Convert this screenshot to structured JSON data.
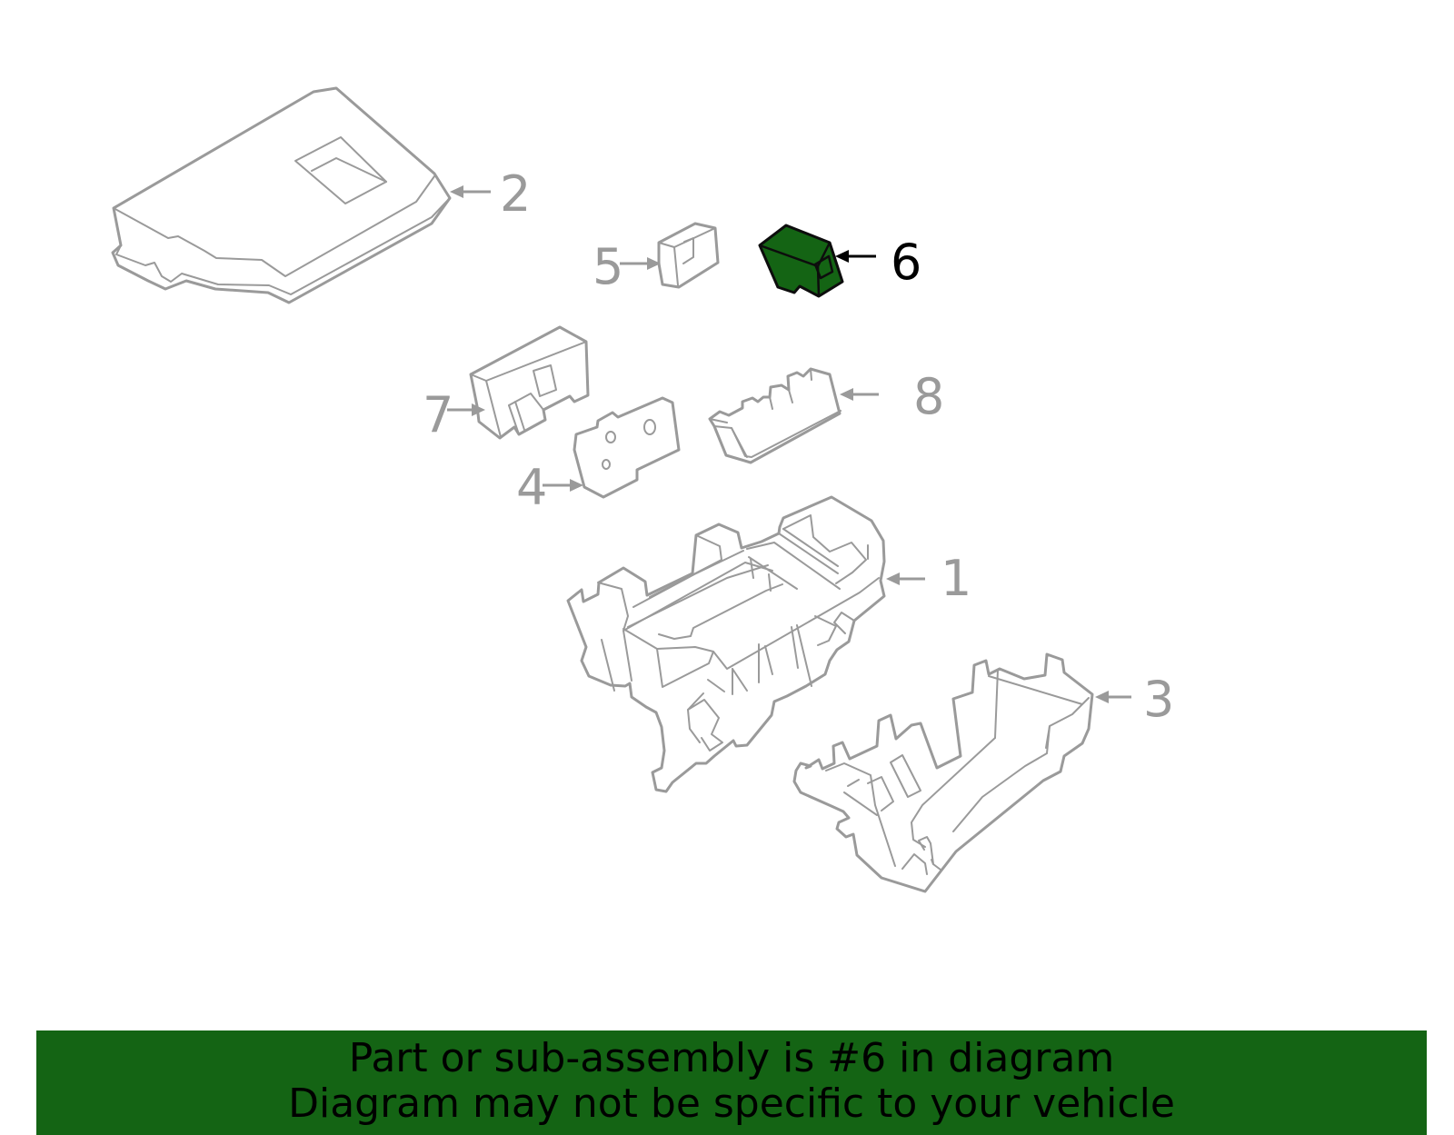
{
  "colors": {
    "highlight_fill": "#146414",
    "outline_gray": "#9a9a9a",
    "highlight_outline": "#0d0d0d",
    "banner_bg": "#146414"
  },
  "callouts": [
    {
      "id": "1",
      "label": "1",
      "highlighted": false
    },
    {
      "id": "2",
      "label": "2",
      "highlighted": false
    },
    {
      "id": "3",
      "label": "3",
      "highlighted": false
    },
    {
      "id": "4",
      "label": "4",
      "highlighted": false
    },
    {
      "id": "5",
      "label": "5",
      "highlighted": false
    },
    {
      "id": "6",
      "label": "6",
      "highlighted": true
    },
    {
      "id": "7",
      "label": "7",
      "highlighted": false
    },
    {
      "id": "8",
      "label": "8",
      "highlighted": false
    }
  ],
  "banner": {
    "line1": "Part or sub-assembly is #6 in diagram",
    "line2": "Diagram may not be specific to your vehicle"
  }
}
